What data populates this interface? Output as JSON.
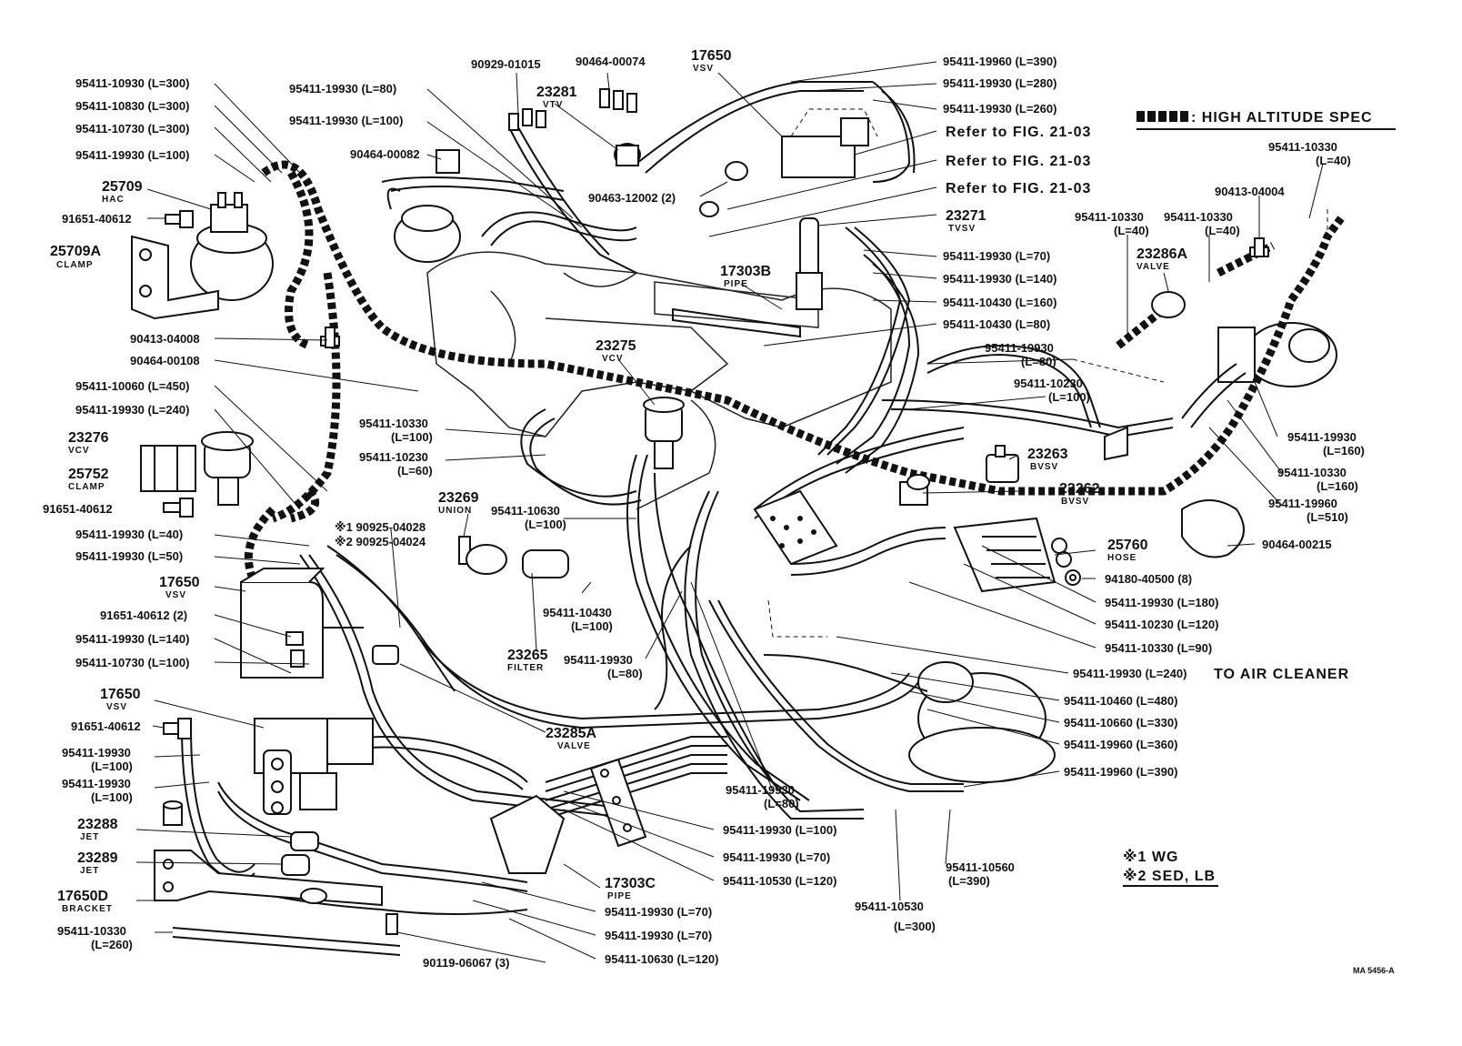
{
  "legend": {
    "marker_label": ": HIGH ALTITUDE SPEC"
  },
  "notes": {
    "star1": "※1 WG",
    "star2": "※2 SED, LB"
  },
  "drawing_id": "MA 5456-A",
  "destinations": {
    "air_cleaner": "TO AIR CLEANER"
  },
  "labels": {
    "l01": "95411-10930 (L=300)",
    "l02": "95411-10830 (L=300)",
    "l03": "95411-10730 (L=300)",
    "l04": "95411-19930 (L=100)",
    "l05_pn": "25709",
    "l05_name": "HAC",
    "l06": "91651-40612",
    "l07_pn": "25709A",
    "l07_name": "CLAMP",
    "l08": "90413-04008",
    "l09": "90464-00108",
    "l10": "95411-10060 (L=450)",
    "l11": "95411-19930 (L=240)",
    "l12_pn": "23276",
    "l12_name": "VCV",
    "l13_pn": "25752",
    "l13_name": "CLAMP",
    "l14": "91651-40612",
    "l15": "95411-19930 (L=40)",
    "l16": "95411-19930 (L=50)",
    "l17_pn": "17650",
    "l17_name": "VSV",
    "l18": "91651-40612 (2)",
    "l19": "95411-19930 (L=140)",
    "l20": "95411-10730 (L=100)",
    "l21_pn": "17650",
    "l21_name": "VSV",
    "l22": "91651-40612",
    "l23": "95411-19930",
    "l23b": "(L=100)",
    "l24": "95411-19930",
    "l24b": "(L=100)",
    "l25_pn": "23288",
    "l25_name": "JET",
    "l26_pn": "23289",
    "l26_name": "JET",
    "l27_pn": "17650D",
    "l27_name": "BRACKET",
    "l28": "95411-10330",
    "l28b": "(L=260)",
    "t01": "95411-19930 (L=80)",
    "t02": "95411-19930 (L=100)",
    "t03": "90929-01015",
    "t04": "90464-00074",
    "t05_pn": "17650",
    "t05_name": "VSV",
    "t06_pn": "23281",
    "t06_name": "VTV",
    "t07": "90464-00082",
    "t08": "90463-12002 (2)",
    "r01": "95411-19960 (L=390)",
    "r02": "95411-19930 (L=280)",
    "r03": "95411-19930 (L=260)",
    "r04": "Refer to FIG. 21-03",
    "r05": "Refer to FIG. 21-03",
    "r06": "Refer to FIG. 21-03",
    "r07_pn": "23271",
    "r07_name": "TVSV",
    "r08": "95411-19930 (L=70)",
    "r09": "95411-19930 (L=140)",
    "r10": "95411-10430 (L=160)",
    "r11": "95411-10430 (L=80)",
    "p01_pn": "17303B",
    "p01_name": "PIPE",
    "c01_pn": "23275",
    "c01_name": "VCV",
    "c02": "95411-10330",
    "c02b": "(L=100)",
    "c03": "95411-10230",
    "c03b": "(L=60)",
    "c04_pn": "23269",
    "c04_name": "UNION",
    "c05": "95411-10630",
    "c05b": "(L=100)",
    "c06": "※1 90925-04028",
    "c07": "※2 90925-04024",
    "c08": "95411-10430",
    "c08b": "(L=100)",
    "c09_pn": "23265",
    "c09_name": "FILTER",
    "c10": "95411-19930",
    "c10b": "(L=80)",
    "c11_pn": "23285A",
    "c11_name": "VALVE",
    "h01": "95411-10330",
    "h01b": "(L=40)",
    "h02": "90413-04004",
    "h03": "95411-10330",
    "h03b": "(L=40)",
    "h04": "95411-10330",
    "h04b": "(L=40)",
    "h05_pn": "23286A",
    "h05_name": "VALVE",
    "h06": "95411-19930",
    "h06b": "(L=80)",
    "h07": "95411-10230",
    "h07b": "(L=100)",
    "h08_pn": "23263",
    "h08_name": "BVSV",
    "h09_pn": "23262",
    "h09_name": "BVSV",
    "h10": "95411-19930",
    "h10b": "(L=160)",
    "h11": "95411-10330",
    "h11b": "(L=160)",
    "h12": "95411-19960",
    "h12b": "(L=510)",
    "h13": "90464-00215",
    "h14_pn": "25760",
    "h14_name": "HOSE",
    "h15": "94180-40500 (8)",
    "h16": "95411-19930 (L=180)",
    "h17": "95411-10230 (L=120)",
    "h18": "95411-10330 (L=90)",
    "h19": "95411-19930 (L=240)",
    "h20": "95411-10460 (L=480)",
    "h21": "95411-10660 (L=330)",
    "h22": "95411-19960 (L=360)",
    "h23": "95411-19960 (L=390)",
    "b01": "95411-19930",
    "b01b": "(L=80)",
    "b02": "95411-19930 (L=100)",
    "b03": "95411-19930 (L=70)",
    "b04": "95411-10530 (L=120)",
    "b05_pn": "17303C",
    "b05_name": "PIPE",
    "b06": "95411-19930 (L=70)",
    "b07": "95411-19930 (L=70)",
    "b08": "95411-10630 (L=120)",
    "b09": "90119-06067 (3)",
    "b10": "95411-10560",
    "b10b": "(L=390)",
    "b11": "95411-10530",
    "b11b": "(L=300)"
  }
}
